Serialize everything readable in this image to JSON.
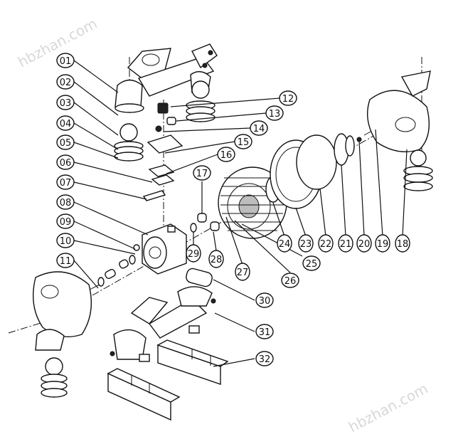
{
  "watermark": "hbzhan.com",
  "callouts": [
    {
      "label": "01"
    },
    {
      "label": "02"
    },
    {
      "label": "03"
    },
    {
      "label": "04"
    },
    {
      "label": "05"
    },
    {
      "label": "06"
    },
    {
      "label": "07"
    },
    {
      "label": "08"
    },
    {
      "label": "09"
    },
    {
      "label": "10"
    },
    {
      "label": "11"
    },
    {
      "label": "12"
    },
    {
      "label": "13"
    },
    {
      "label": "14"
    },
    {
      "label": "15"
    },
    {
      "label": "16"
    },
    {
      "label": "17"
    },
    {
      "label": "24"
    },
    {
      "label": "23"
    },
    {
      "label": "22"
    },
    {
      "label": "21"
    },
    {
      "label": "20"
    },
    {
      "label": "19"
    },
    {
      "label": "18"
    },
    {
      "label": "29"
    },
    {
      "label": "28"
    },
    {
      "label": "27"
    },
    {
      "label": "26"
    },
    {
      "label": "25"
    },
    {
      "label": "30"
    },
    {
      "label": "31"
    },
    {
      "label": "32"
    }
  ]
}
